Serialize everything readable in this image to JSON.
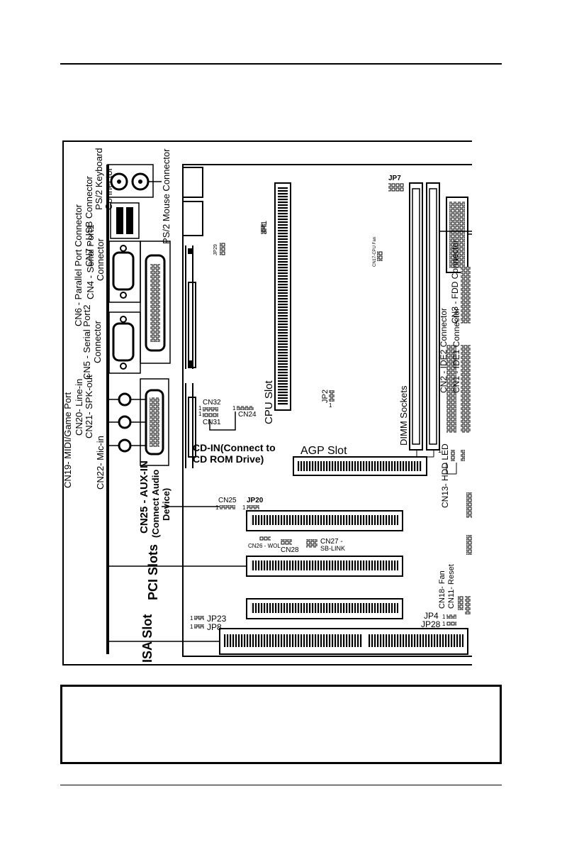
{
  "labels": {
    "ps2_keyboard": [
      "PS/2 Keyboard",
      "Connector"
    ],
    "ps2_mouse": "PS/2 Mouse Connector",
    "cn7": "CN7 - USB Connector",
    "cn6": "CN6 - Parallel Port Connector",
    "cn4": [
      "CN4 - Serial Port1",
      "Connector"
    ],
    "cn5": [
      "CN5 - Serial Port2",
      "Connector"
    ],
    "cn19": "CN19- MIDI/Game Port",
    "cn20": "CN20- Line-in",
    "cn21": "CN21- SPK-out",
    "cn22": "CN22- Mic-in",
    "cn25_aux": [
      "CN25 - AUX-IN",
      "(Connect Audio",
      "Device)"
    ],
    "pci_slots": "PCI Slots",
    "isa_slot": "ISA Slot",
    "cd_in": [
      "CD-IN(Connect to",
      "CD ROM Drive)"
    ],
    "cpu_slot": "CPU Slot",
    "agp_slot": "AGP Slot",
    "dimm_sockets": "DIMM Sockets",
    "cn2": "CN2 - IDE2 Connector",
    "cn1": "CN1 - IDE1 Connector",
    "cn3": "CN3 - FDD Connector",
    "cn17": "CN17-CPU Fan",
    "cn13": "CN13- HDD LED",
    "cn18": "CN18- Fan",
    "cn11": "CN11- Reset",
    "cn27": [
      "CN27 -",
      "SB-LINK"
    ],
    "cn26_wol": "CN26 - WOL",
    "cn28": "CN28",
    "cn32": "CN32",
    "cn31": "CN31",
    "cn24": "CN24",
    "cn25": "CN25",
    "jp1": "JP1",
    "jp2": "JP2",
    "jp7": "JP7",
    "jp20": "JP20",
    "jp23": "JP23",
    "jp8": "JP8",
    "jp4": "JP4",
    "jp28": "JP28",
    "jp29": "JP29",
    "pin1": "1"
  }
}
